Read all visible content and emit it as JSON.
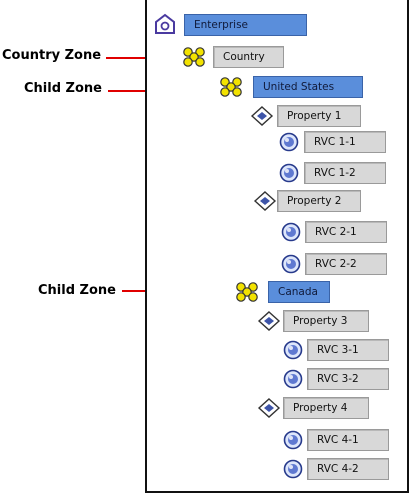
{
  "callouts": {
    "country_zone": "Country Zone",
    "child_zone_1": "Child Zone",
    "child_zone_2": "Child Zone"
  },
  "tree": {
    "enterprise": "Enterprise",
    "country": "Country",
    "united_states": "United States",
    "property_1": "Property  1",
    "rvc_1_1": "RVC  1-1",
    "rvc_1_2": "RVC  1-2",
    "property_2": "Property  2",
    "rvc_2_1": "RVC  2-1",
    "rvc_2_2": "RVC  2-2",
    "canada": "Canada",
    "property_3": "Property  3",
    "rvc_3_1": "RVC  3-1",
    "rvc_3_2": "RVC  3-2",
    "property_4": "Property  4",
    "rvc_4_1": "RVC  4-1",
    "rvc_4_2": "RVC  4-2"
  },
  "icons": {
    "enterprise": "enterprise-house-icon",
    "zone": "zone-cluster-icon",
    "property": "property-diamond-icon",
    "rvc": "rvc-circle-icon"
  },
  "colors": {
    "selected_label": "#5a8edb",
    "label": "#d8d8d8",
    "arrow": "#e00000",
    "zone_icon": "#f2e200"
  }
}
